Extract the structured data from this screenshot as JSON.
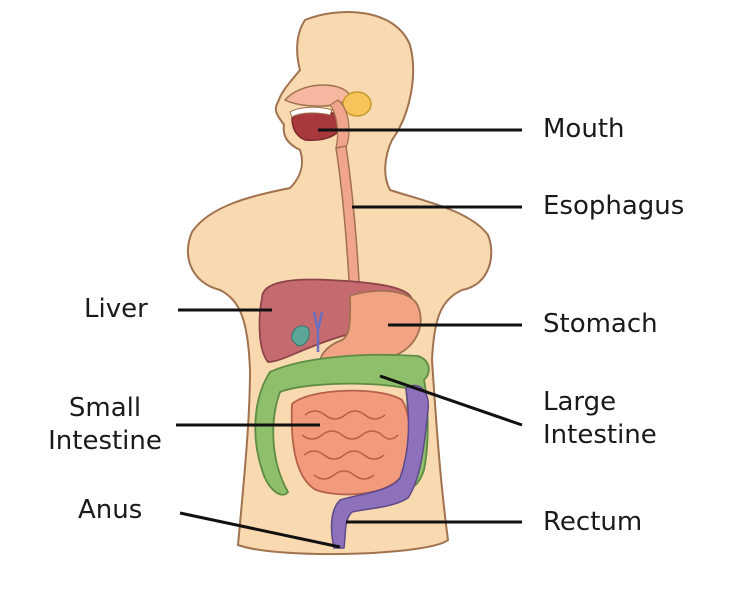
{
  "diagram": {
    "labels": {
      "mouth": "Mouth",
      "esophagus": "Esophagus",
      "liver": "Liver",
      "stomach": "Stomach",
      "small_intestine_1": "Small",
      "small_intestine_2": "Intestine",
      "large_intestine_1": "Large",
      "large_intestine_2": "Intestine",
      "anus": "Anus",
      "rectum": "Rectum"
    },
    "colors": {
      "skin": "#f9d9b0",
      "outline": "#a0724f",
      "mouth": "#a8383c",
      "esophagus": "#f0a58c",
      "liver": "#c56b6f",
      "stomach": "#f2a383",
      "large_intestine": "#8fbf6a",
      "small_intestine": "#f29a7c",
      "rectum": "#8d71bb",
      "gallbladder": "#5aa79a",
      "leader_line": "#111111"
    }
  }
}
